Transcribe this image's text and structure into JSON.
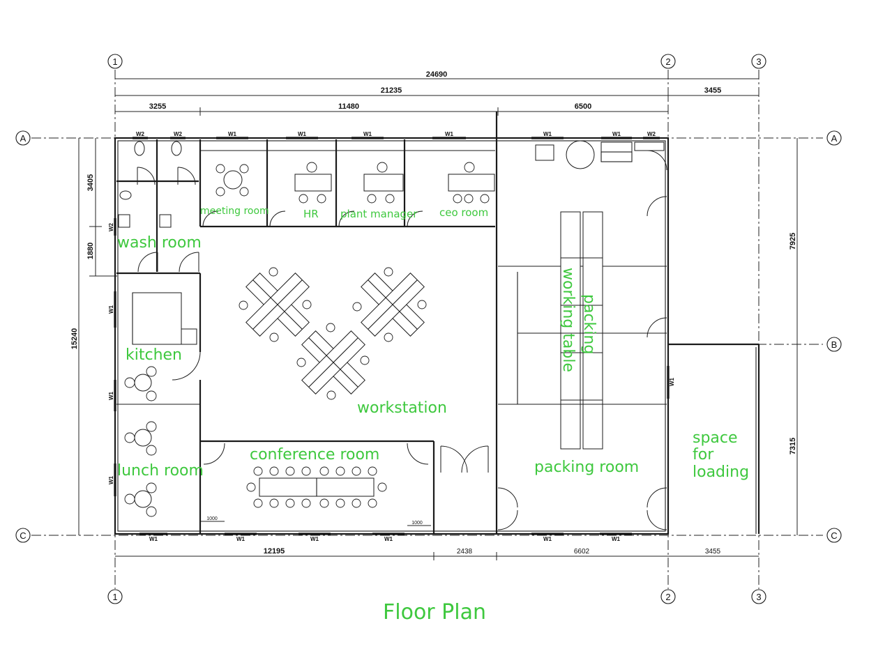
{
  "title": "Floor Plan",
  "colors": {
    "room_label": "#3ec83e",
    "line": "#1a1a1a",
    "background": "#ffffff"
  },
  "grid_axes": {
    "col1": "1",
    "col2": "2",
    "col3": "3",
    "rowA": "A",
    "rowB": "B",
    "rowC": "C"
  },
  "dimensions": {
    "overall": "24690",
    "main_width": "21235",
    "right_width": "3455",
    "top_left": "3255",
    "top_mid": "11480",
    "top_right": "6500",
    "bottom_left": "12195",
    "bottom_door": "2438",
    "bottom_mid": "6602",
    "bottom_right": "3455",
    "left_total": "15240",
    "left_upper": "3405",
    "left_lower": "1880",
    "right_upper": "7925",
    "right_lower": "7315",
    "conf_left": "1000",
    "conf_right": "1000"
  },
  "window_tags": {
    "w1": "W1",
    "w2": "W2"
  },
  "rooms": {
    "wash_room": "wash room",
    "meeting_room": "meeting room",
    "hr": "HR",
    "plant_manager": "plant manager",
    "ceo_room": "ceo room",
    "kitchen": "kitchen",
    "lunch_room": "lunch room",
    "conference_room": "conference room",
    "workstation": "workstation",
    "working_table": "working table",
    "packing": "packing",
    "packing_room": "packing room",
    "space_for_loading_1": "space",
    "space_for_loading_2": "for",
    "space_for_loading_3": "loading"
  }
}
